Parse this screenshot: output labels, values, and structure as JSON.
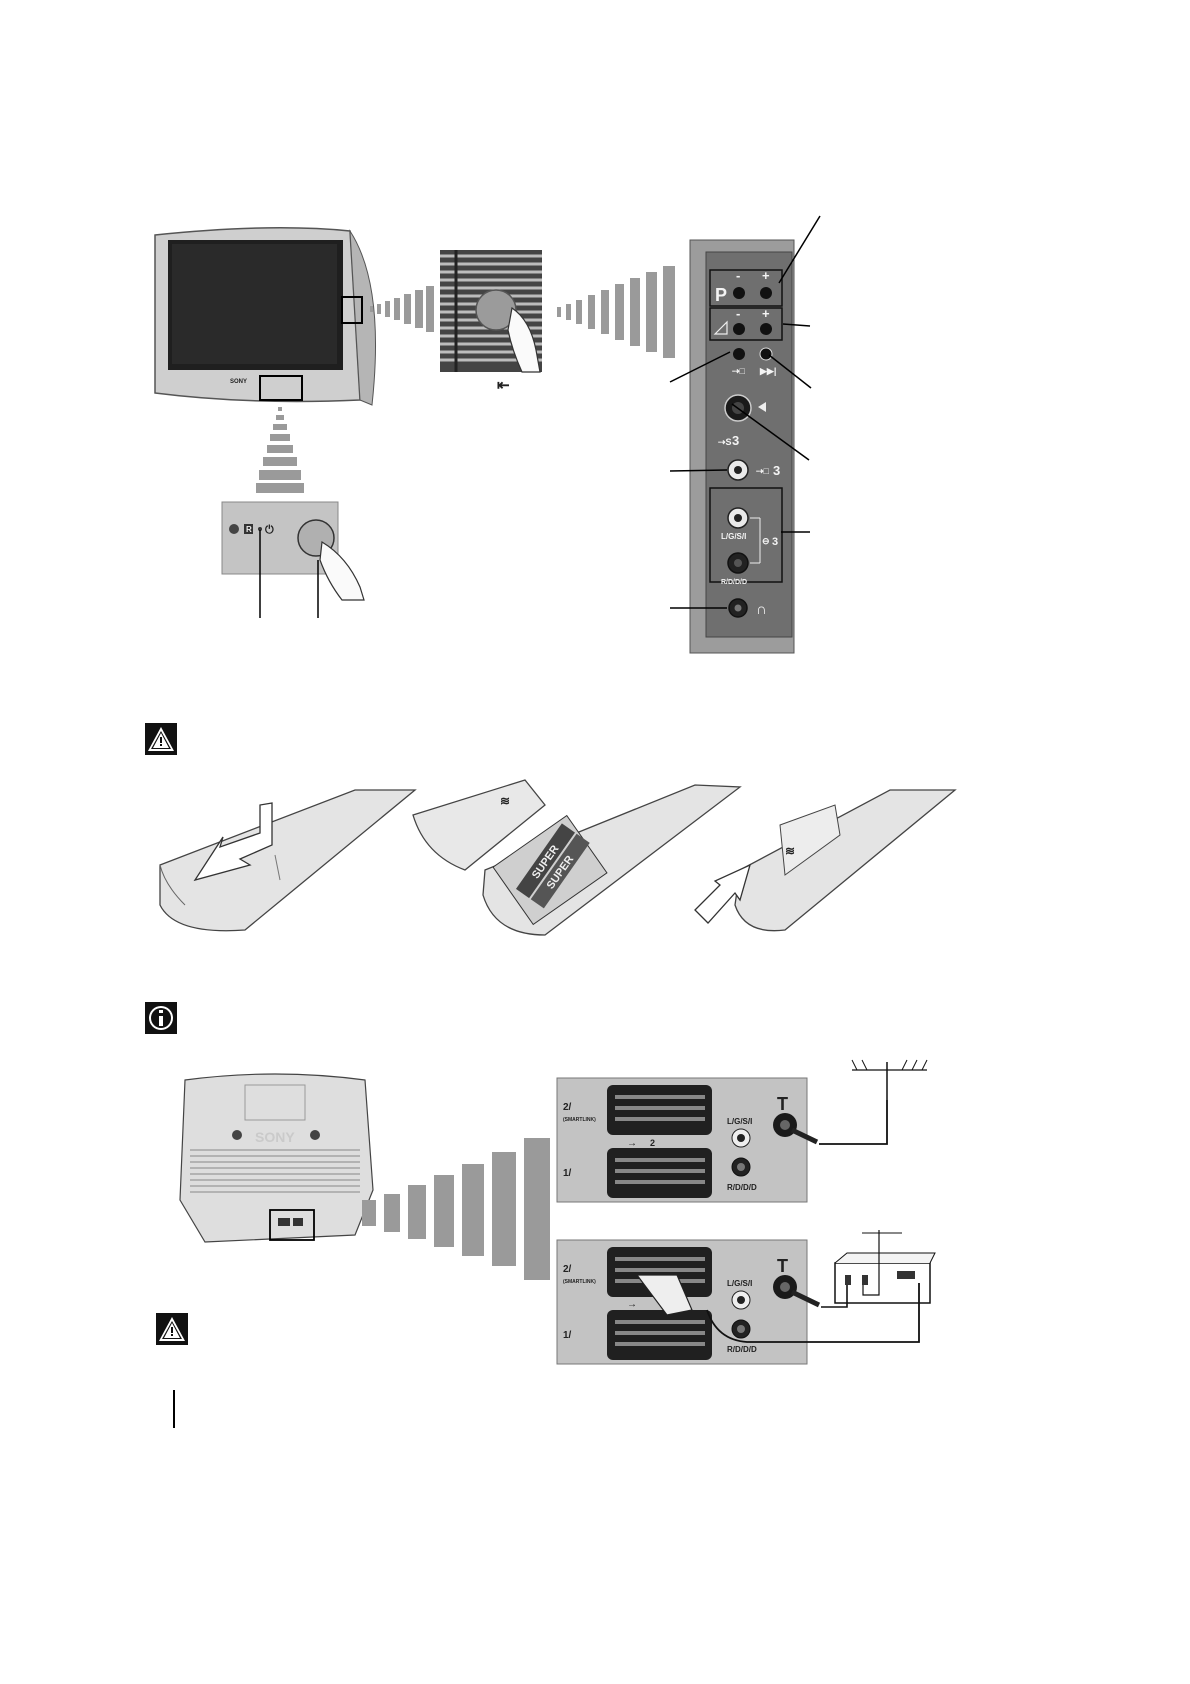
{
  "front": {
    "tv_brand": "SONY",
    "open_door_symbol": "⇤",
    "program_symbol": "P",
    "minus": "-",
    "plus": "+",
    "svideo_label": "3",
    "video_label": "3",
    "audio_label": "3",
    "audio_left": "L/G/S/I",
    "audio_right": "R/D/D/D"
  },
  "battery": {
    "brand": "SUPER"
  },
  "rear": {
    "tv_brand": "SONY",
    "scart2": "2/",
    "scart2_sub": "(SMARTLINK)",
    "scart1": "1/",
    "arrow_label": "2",
    "audio_left": "L/G/S/I",
    "audio_right": "R/D/D/D",
    "antenna_symbol": "T"
  },
  "icons": {
    "warning": "warning-triangle-icon",
    "info": "info-icon"
  }
}
